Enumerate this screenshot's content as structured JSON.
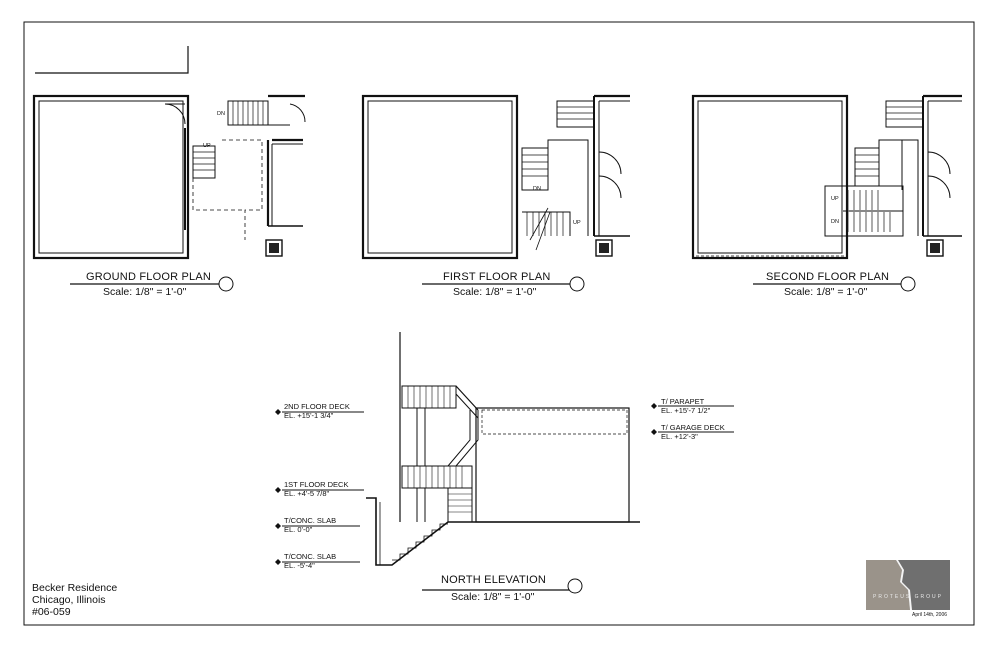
{
  "views": {
    "ground": {
      "title": "GROUND FLOOR PLAN",
      "scale": "Scale: 1/8\" = 1'-0\"",
      "up": "UP",
      "dn": "DN"
    },
    "first": {
      "title": "FIRST FLOOR PLAN",
      "scale": "Scale: 1/8\" = 1'-0\"",
      "up": "UP",
      "dn": "DN"
    },
    "second": {
      "title": "SECOND FLOOR PLAN",
      "scale": "Scale: 1/8\" = 1'-0\"",
      "up": "UP",
      "dn": "DN"
    },
    "north": {
      "title": "NORTH ELEVATION",
      "scale": "Scale: 1/8\" = 1'-0\""
    }
  },
  "elevation_marks": [
    {
      "name": "2ND FLOOR DECK",
      "value": "EL. +15'-1 3/4\""
    },
    {
      "name": "1ST FLOOR DECK",
      "value": "EL. +4'-5 7/8\""
    },
    {
      "name": "T/CONC. SLAB",
      "value": "EL. 0'-0\""
    },
    {
      "name": "T/CONC. SLAB",
      "value": "EL. -5'-4\""
    },
    {
      "name": "T/ PARAPET",
      "value": "EL. +15'-7 1/2\""
    },
    {
      "name": "T/ GARAGE DECK",
      "value": "EL. +12'-3\""
    }
  ],
  "project": {
    "name": "Becker Residence",
    "location": "Chicago, Illinois",
    "number": "#06-059"
  },
  "logo": {
    "text": "PROTEUS GROUP",
    "date": "April 14th, 2006"
  }
}
